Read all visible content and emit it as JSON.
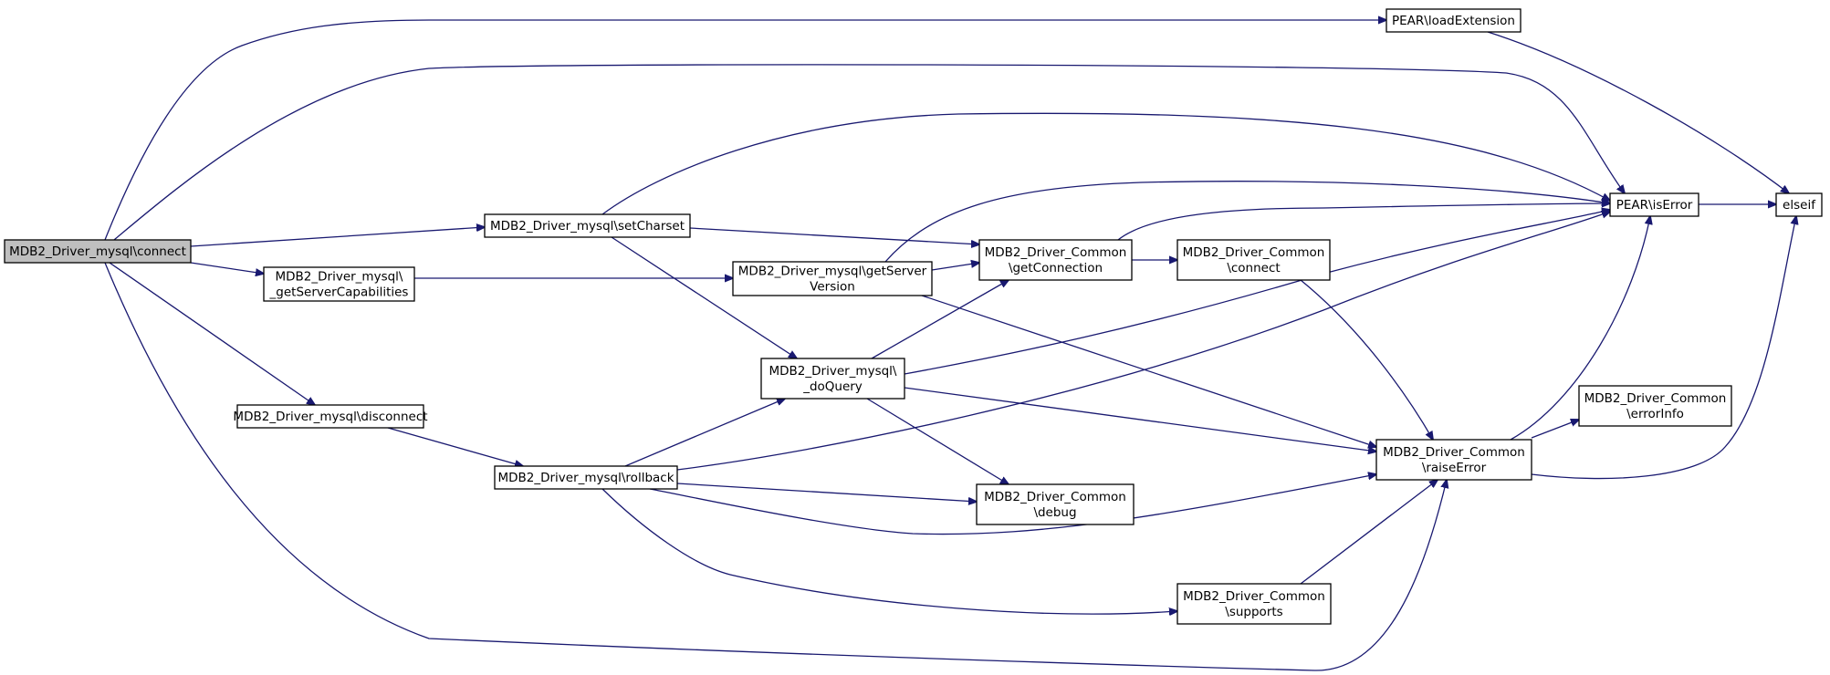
{
  "graph": {
    "nodes": [
      {
        "id": "root",
        "lines": [
          "MDB2_Driver_mysql\\connect"
        ],
        "highlight": true
      },
      {
        "id": "loadExt",
        "lines": [
          "PEAR\\loadExtension"
        ]
      },
      {
        "id": "setCharset",
        "lines": [
          "MDB2_Driver_mysql\\setCharset"
        ]
      },
      {
        "id": "getServerCaps",
        "lines": [
          "MDB2_Driver_mysql\\",
          "_getServerCapabilities"
        ]
      },
      {
        "id": "disconnect",
        "lines": [
          "MDB2_Driver_mysql\\disconnect"
        ]
      },
      {
        "id": "getServerVersion",
        "lines": [
          "MDB2_Driver_mysql\\getServer",
          "Version"
        ]
      },
      {
        "id": "doQuery",
        "lines": [
          "MDB2_Driver_mysql\\",
          "_doQuery"
        ]
      },
      {
        "id": "rollback",
        "lines": [
          "MDB2_Driver_mysql\\rollback"
        ]
      },
      {
        "id": "getConnection",
        "lines": [
          "MDB2_Driver_Common",
          "\\getConnection"
        ]
      },
      {
        "id": "commonConnect",
        "lines": [
          "MDB2_Driver_Common",
          "\\connect"
        ]
      },
      {
        "id": "debug",
        "lines": [
          "MDB2_Driver_Common",
          "\\debug"
        ]
      },
      {
        "id": "supports",
        "lines": [
          "MDB2_Driver_Common",
          "\\supports"
        ]
      },
      {
        "id": "raiseError",
        "lines": [
          "MDB2_Driver_Common",
          "\\raiseError"
        ]
      },
      {
        "id": "errorInfo",
        "lines": [
          "MDB2_Driver_Common",
          "\\errorInfo"
        ]
      },
      {
        "id": "isError",
        "lines": [
          "PEAR\\isError"
        ]
      },
      {
        "id": "elseif",
        "lines": [
          "elseif"
        ]
      }
    ],
    "edges": [
      {
        "from": "root",
        "to": "loadExt"
      },
      {
        "from": "root",
        "to": "isError"
      },
      {
        "from": "root",
        "to": "setCharset"
      },
      {
        "from": "root",
        "to": "getServerCaps"
      },
      {
        "from": "root",
        "to": "disconnect"
      },
      {
        "from": "root",
        "to": "raiseError"
      },
      {
        "from": "loadExt",
        "to": "elseif"
      },
      {
        "from": "setCharset",
        "to": "isError"
      },
      {
        "from": "setCharset",
        "to": "getConnection"
      },
      {
        "from": "setCharset",
        "to": "doQuery"
      },
      {
        "from": "getServerCaps",
        "to": "getServerVersion"
      },
      {
        "from": "getServerVersion",
        "to": "isError"
      },
      {
        "from": "getServerVersion",
        "to": "getConnection"
      },
      {
        "from": "getServerVersion",
        "to": "raiseError"
      },
      {
        "from": "disconnect",
        "to": "rollback"
      },
      {
        "from": "rollback",
        "to": "doQuery"
      },
      {
        "from": "rollback",
        "to": "isError"
      },
      {
        "from": "rollback",
        "to": "debug"
      },
      {
        "from": "rollback",
        "to": "raiseError"
      },
      {
        "from": "rollback",
        "to": "supports"
      },
      {
        "from": "doQuery",
        "to": "getConnection"
      },
      {
        "from": "doQuery",
        "to": "isError"
      },
      {
        "from": "doQuery",
        "to": "raiseError"
      },
      {
        "from": "doQuery",
        "to": "debug"
      },
      {
        "from": "getConnection",
        "to": "isError"
      },
      {
        "from": "getConnection",
        "to": "commonConnect"
      },
      {
        "from": "commonConnect",
        "to": "raiseError"
      },
      {
        "from": "supports",
        "to": "raiseError"
      },
      {
        "from": "raiseError",
        "to": "isError"
      },
      {
        "from": "raiseError",
        "to": "errorInfo"
      },
      {
        "from": "raiseError",
        "to": "elseif"
      },
      {
        "from": "isError",
        "to": "elseif"
      }
    ]
  }
}
